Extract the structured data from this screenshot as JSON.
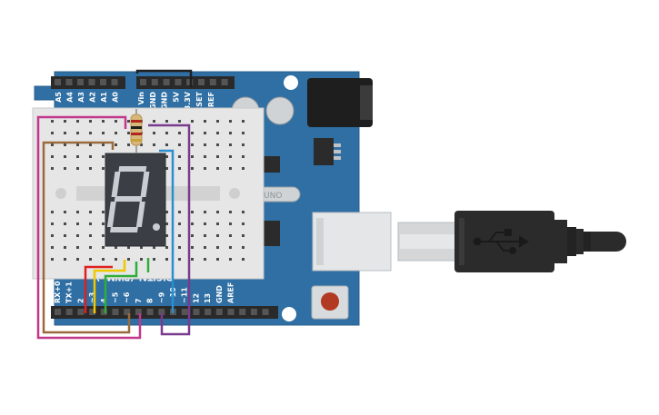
{
  "board": {
    "analog_labels": [
      "A5",
      "A4",
      "A3",
      "A2",
      "A1",
      "A0"
    ],
    "power_labels": [
      "Vin",
      "GND",
      "GND",
      "5V",
      "3.3V",
      "RESET",
      "IOREF"
    ],
    "digital_labels": [
      "RX+0",
      "TX+1",
      "2",
      "~3",
      "4",
      "~5",
      "~6",
      "7",
      "8",
      "~9",
      "~10",
      "~11",
      "12",
      "13",
      "GND",
      "AREF"
    ],
    "digital_header": "DIGITAL (PWM~)",
    "logo_text": "UNO"
  },
  "colors": {
    "board": "#2f6fa3",
    "breadboard": "#e6e6e6",
    "display": "#3b3f45",
    "segment": "#c9ccd1",
    "usb_cable": "#2b2b2b",
    "wire_magenta": "#c2378c",
    "wire_brown": "#9a6a3c",
    "wire_purple": "#7a3b8e",
    "wire_blue": "#2a8fd1",
    "wire_red": "#e02020",
    "wire_yellow": "#f0c800",
    "wire_green": "#2fae3a",
    "wire_black": "#1f1f1f"
  },
  "icons": {
    "usb": "usb-trident-icon"
  }
}
